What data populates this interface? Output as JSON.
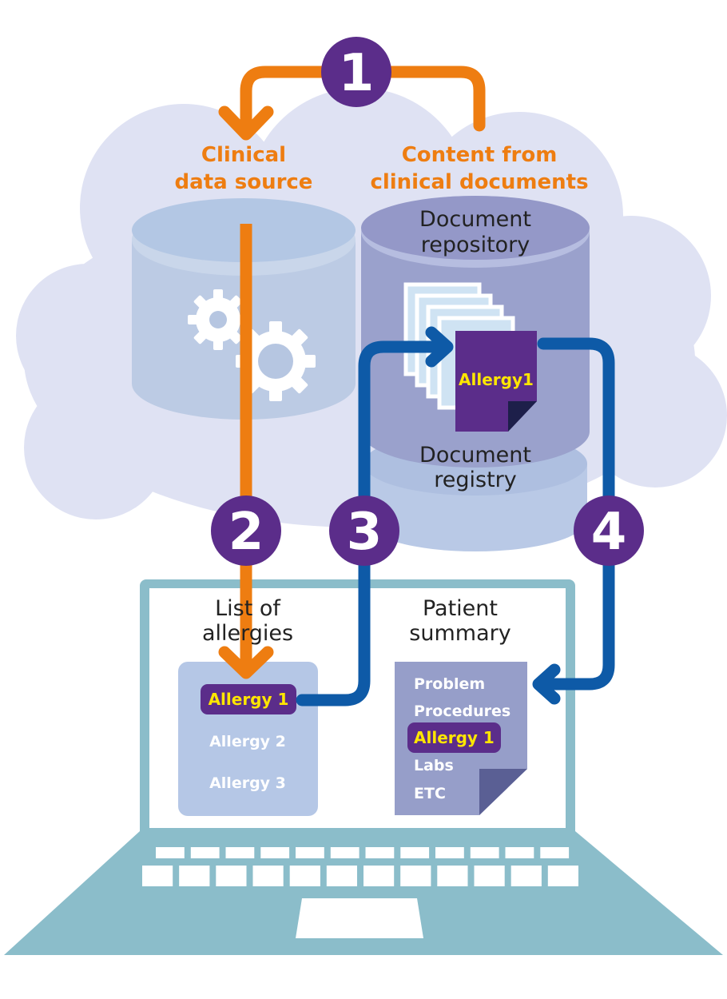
{
  "colors": {
    "orange": "#ee7d11",
    "blue": "#0e5aa7",
    "purple": "#5b2d8a",
    "yellow": "#ffe600",
    "cloud": "#dfe2f3",
    "laptop": "#8bbdca"
  },
  "steps": [
    "1",
    "2",
    "3",
    "4"
  ],
  "labels": {
    "clinical_source": [
      "Clinical",
      "data source"
    ],
    "content_docs": [
      "Content from",
      "clinical documents"
    ],
    "doc_repository": [
      "Document",
      "repository"
    ],
    "doc_registry": [
      "Document",
      "registry"
    ],
    "doc_tag": "Allergy1",
    "list_title": [
      "List of",
      "allergies"
    ],
    "summary_title": [
      "Patient",
      "summary"
    ]
  },
  "allergy_list": [
    "Allergy 1",
    "Allergy 2",
    "Allergy 3"
  ],
  "summary_items": [
    "Problem",
    "Procedures",
    "Allergy 1",
    "Labs",
    "ETC"
  ],
  "icons": [
    "gear-icon",
    "document-stack-icon",
    "laptop-icon"
  ]
}
